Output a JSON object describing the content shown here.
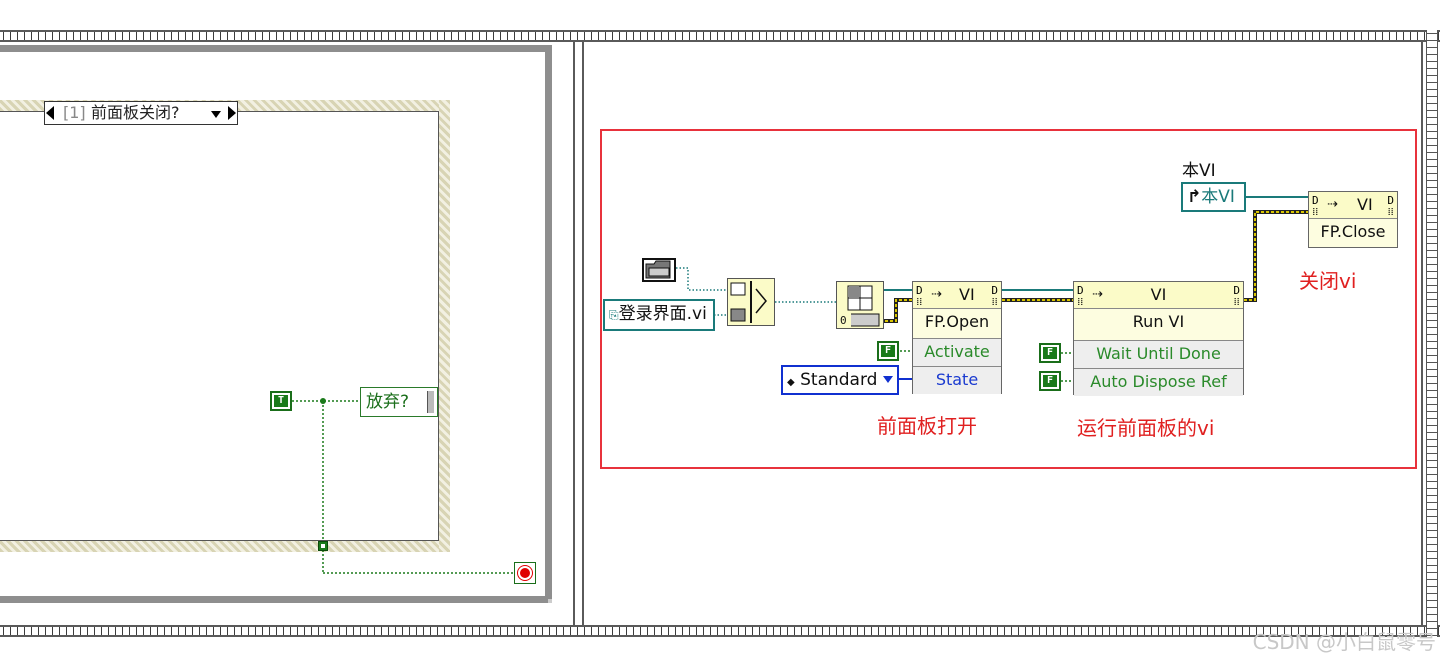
{
  "left_frame": {
    "case_selector": {
      "index": "[1]",
      "label": "前面板关闭?"
    },
    "true_constant": "T",
    "indicator_label": "放弃?"
  },
  "right_frame": {
    "path_constant": "登录界面.vi",
    "this_vi_caption": "本VI",
    "this_vi_ref": "本VI",
    "fp_open": {
      "head": "VI",
      "name": "FP.Open",
      "activate": "Activate",
      "state": "State"
    },
    "run_vi": {
      "head": "VI",
      "name": "Run VI",
      "wait": "Wait Until Done",
      "dispose": "Auto Dispose Ref"
    },
    "fp_close": {
      "head": "VI",
      "name": "FP.Close"
    },
    "enum_value": "Standard",
    "false_constant": "F",
    "annotations": {
      "open": "前面板打开",
      "run": "运行前面板的vi",
      "close": "关闭vi"
    }
  },
  "watermark": "CSDN @小白鼠零号",
  "colors": {
    "highlight": "#e8323c",
    "refnum_wire": "#1a7a7a",
    "error_wire": "#c8b400",
    "boolean": "#1a7a1a",
    "enum": "#1030d0"
  }
}
